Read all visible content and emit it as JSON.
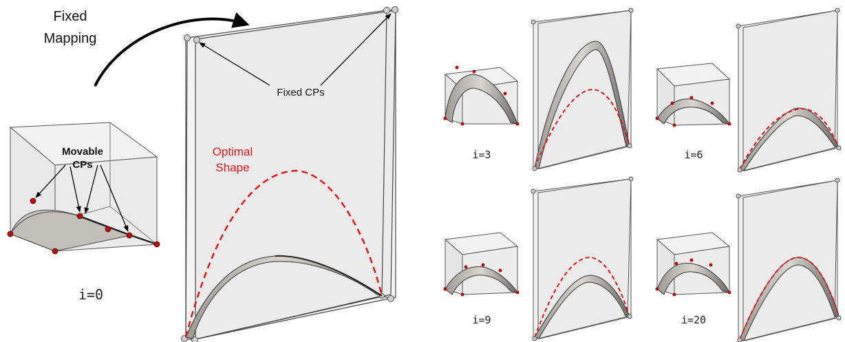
{
  "labels": {
    "fixed_mapping_line1": "Fixed",
    "fixed_mapping_line2": "Mapping",
    "movable_cps_line1": "Movable",
    "movable_cps_line2": "CPs",
    "fixed_cps": "Fixed CPs",
    "optimal_shape_line1": "Optimal",
    "optimal_shape_line2": "Shape"
  },
  "iterations": {
    "i0": "i=0",
    "i3": "i=3",
    "i6": "i=6",
    "i9": "i=9",
    "i20": "i=20"
  },
  "colors": {
    "target_curve": "#e0161b",
    "control_point": "#b01010",
    "panel_fill": "#eeeeee",
    "shape_surface": "#bdbab2",
    "shape_shadow": "#5a5a5a"
  }
}
